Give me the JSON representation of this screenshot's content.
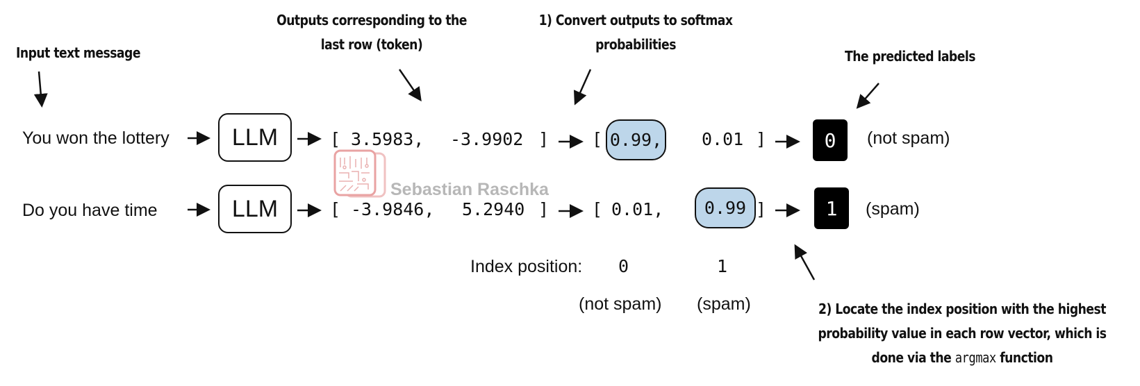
{
  "annotations": {
    "input_text": "Input text message",
    "outputs_last_row_line1": "Outputs corresponding to the",
    "outputs_last_row_line2": "last row (token)",
    "softmax_line1": "1) Convert outputs to softmax",
    "softmax_line2": "probabilities",
    "predicted_labels": "The predicted labels",
    "argmax_line1": "2) Locate the index position with the highest",
    "argmax_line2": "probability value in each row vector, which is",
    "argmax_line3_prefix": "done via the ",
    "argmax_line3_code": "argmax",
    "argmax_line3_suffix": " function"
  },
  "rows": [
    {
      "input": "You won the lottery",
      "model": "LLM",
      "logits_open": "[",
      "logit_0": "3.5983,",
      "logit_1": "-3.9902",
      "logits_close": "]",
      "probs_open": "[",
      "prob_0": "0.99,",
      "prob_1": "0.01",
      "probs_close": "]",
      "highlighted_index": 0,
      "predicted_label": "0",
      "predicted_meaning": "(not spam)"
    },
    {
      "input": "Do you have time",
      "model": "LLM",
      "logits_open": "[",
      "logit_0": "-3.9846,",
      "logit_1": "5.2940",
      "logits_close": "]",
      "probs_open": "[",
      "prob_0": "0.01,",
      "prob_1": "0.99",
      "probs_close": "]",
      "highlighted_index": 1,
      "predicted_label": "1",
      "predicted_meaning": "(spam)"
    }
  ],
  "index_legend": {
    "label": "Index position:",
    "index_0": "0",
    "index_1": "1",
    "meaning_0": "(not spam)",
    "meaning_1": "(spam)"
  },
  "watermark": {
    "text": "Sebastian Raschka",
    "icon": "circuit-board-logo-icon"
  },
  "colors": {
    "highlight": "#bdd6ea",
    "label_box": "#000000",
    "watermark_logo": "#e9a3a3",
    "watermark_text": "#b7b7b7"
  }
}
